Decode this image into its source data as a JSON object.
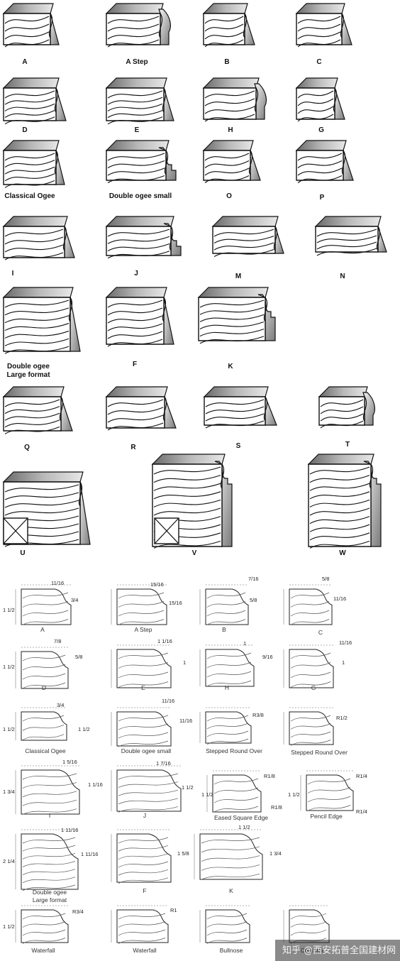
{
  "profiles_3d": [
    {
      "label": "A"
    },
    {
      "label": "A Step"
    },
    {
      "label": "B"
    },
    {
      "label": "C"
    },
    {
      "label": "D"
    },
    {
      "label": "E"
    },
    {
      "label": "H"
    },
    {
      "label": "G"
    },
    {
      "label": "Classical Ogee"
    },
    {
      "label": "Double ogee small"
    },
    {
      "label": "O"
    },
    {
      "label": "P"
    },
    {
      "label": "I"
    },
    {
      "label": "J"
    },
    {
      "label": "M"
    },
    {
      "label": "N"
    },
    {
      "label": "Double ogee\nLarge format"
    },
    {
      "label": "F"
    },
    {
      "label": "K"
    },
    {
      "label": "Q"
    },
    {
      "label": "R"
    },
    {
      "label": "S"
    },
    {
      "label": "T"
    },
    {
      "label": "U"
    },
    {
      "label": "V"
    },
    {
      "label": "W"
    }
  ],
  "profiles_2d": [
    {
      "label": "A",
      "dims": [
        "11/16",
        "3/4",
        "1 1/2"
      ]
    },
    {
      "label": "A Step",
      "dims": [
        "15/16",
        "15/16"
      ]
    },
    {
      "label": "B",
      "dims": [
        "7/16",
        "5/8"
      ]
    },
    {
      "label": "C",
      "dims": [
        "5/8",
        "11/16"
      ]
    },
    {
      "label": "D",
      "dims": [
        "7/8",
        "5/8",
        "1 1/2"
      ]
    },
    {
      "label": "E",
      "dims": [
        "1 1/16",
        "1"
      ]
    },
    {
      "label": "H",
      "dims": [
        "1",
        "9/16"
      ]
    },
    {
      "label": "G",
      "dims": [
        "11/16",
        "1"
      ]
    },
    {
      "label": "Classical Ogee",
      "dims": [
        "3/4",
        "1 1/2",
        "1 1/2"
      ]
    },
    {
      "label": "Double ogee small",
      "dims": [
        "11/16",
        "11/16"
      ]
    },
    {
      "label": "Stepped Round Over",
      "dims": [
        "R3/8"
      ]
    },
    {
      "label": "Stepped Round Over",
      "dims": [
        "R1/2"
      ]
    },
    {
      "label": "I",
      "dims": [
        "1 5/16",
        "1 1/16",
        "1 3/4"
      ]
    },
    {
      "label": "J",
      "dims": [
        "1 7/16",
        "1 1/2"
      ]
    },
    {
      "label": "Eased Square Edge",
      "dims": [
        "R1/8",
        "R1/8",
        "1 1/2"
      ]
    },
    {
      "label": "Pencil Edge",
      "dims": [
        "R1/4",
        "R1/4",
        "1 1/2"
      ]
    },
    {
      "label": "Double ogee\nLarge format",
      "dims": [
        "1 11/16",
        "1 11/16",
        "2 1/4"
      ]
    },
    {
      "label": "F",
      "dims": [
        "1 5/8"
      ]
    },
    {
      "label": "K",
      "dims": [
        "1 1/2",
        "1 3/4"
      ]
    },
    {
      "label": "Waterfall",
      "dims": [
        "R3/4",
        "1 1/2"
      ]
    },
    {
      "label": "Waterfall",
      "dims": [
        "R1"
      ]
    },
    {
      "label": "Bullnose",
      "dims": []
    },
    {
      "label": "Chamfer",
      "dims": []
    }
  ],
  "watermark": "知乎 @西安拓普全国建材网"
}
